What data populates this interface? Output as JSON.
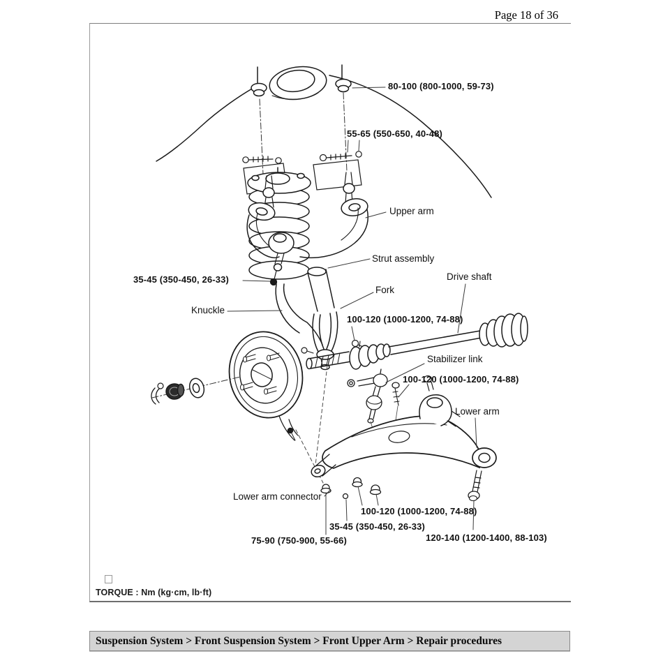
{
  "page": {
    "header": "Page 18 of 36"
  },
  "diagram": {
    "labels": {
      "torque_80_100": "80-100 (800-1000, 59-73)",
      "torque_55_65": "55-65 (550-650, 40-48)",
      "upper_arm": "Upper arm",
      "strut_assembly": "Strut assembly",
      "drive_shaft": "Drive shaft",
      "fork": "Fork",
      "torque_35_45_upper": "35-45 (350-450, 26-33)",
      "knuckle": "Knuckle",
      "torque_100_120_fork": "100-120 (1000-1200, 74-88)",
      "stabilizer_link": "Stabilizer link",
      "torque_100_120_stab": "100-120 (1000-1200, 74-88)",
      "lower_arm": "Lower arm",
      "lower_arm_connector": "Lower arm connector",
      "torque_100_120_lower": "100-120 (1000-1200, 74-88)",
      "torque_35_45_lower": "35-45 (350-450, 26-33)",
      "torque_75_90": "75-90 (750-900, 55-66)",
      "torque_120_140": "120-140 (1200-1400, 88-103)"
    },
    "note": "TORQUE : Nm (kg·cm, lb·ft)",
    "note_marker_icon": "empty-square"
  },
  "breadcrumb": {
    "text": "Suspension System > Front Suspension System > Front Upper Arm > Repair procedures"
  },
  "theme": {
    "ink": "#1b1b1b",
    "breadcrumb_bg": "#d4d4d4",
    "breadcrumb_border": "#8a8a8a",
    "panel_border": "#7d7d7d"
  }
}
